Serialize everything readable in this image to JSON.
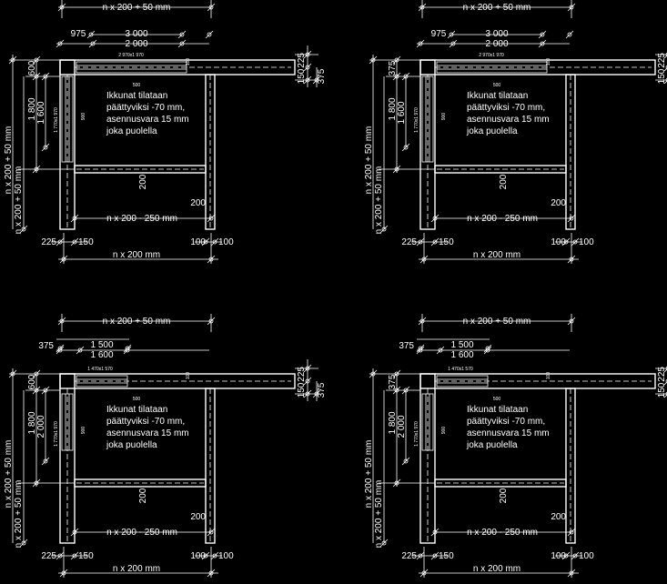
{
  "note_lines": [
    "Ikkunat tilataan",
    "päättyviksi -70 mm,",
    "asennusvara 15 mm",
    "joka puolella"
  ],
  "panels": [
    {
      "top_overall": "n x 200 + 50 mm",
      "top_dims": [
        "975",
        "3 000",
        "2 000"
      ],
      "window_top_label": "2 970x1 970",
      "window_side_label": "1 770x1 970",
      "right_dims": [
        "225",
        "150",
        "375"
      ],
      "left_vertical": [
        "600",
        "1 800",
        "1 600"
      ],
      "left_overall": "n x 200 + 50 mm",
      "inner_labels": [
        "900",
        "500",
        "200",
        "200",
        "100"
      ],
      "bottom_inner": "n x 200 - 250 mm",
      "bottom_small": [
        "225",
        "150",
        "100",
        "100"
      ],
      "bottom_overall": "n x 200 mm"
    },
    {
      "top_overall": "n x 200 + 50 mm",
      "top_dims": [
        "975",
        "3 000",
        "2 000"
      ],
      "window_top_label": "2 970x1 970",
      "window_side_label": "1 770x1 970",
      "right_dims": [
        "225",
        "150",
        "375"
      ],
      "left_vertical": [
        "375",
        "1 800",
        "1 600"
      ],
      "left_overall": "n x 200 + 50 mm",
      "inner_labels": [
        "900",
        "500",
        "200",
        "200",
        "100"
      ],
      "bottom_inner": "n x 200 - 250 mm",
      "bottom_small": [
        "225",
        "150",
        "100",
        "100"
      ],
      "bottom_overall": "n x 200 mm"
    },
    {
      "top_overall": "n x 200 + 50 mm",
      "top_dims": [
        "375",
        "1 500",
        "1 600"
      ],
      "window_top_label": "1 470x1 570",
      "window_side_label": "1 770x1 970",
      "right_dims": [
        "225",
        "150",
        "375"
      ],
      "left_vertical": [
        "600",
        "1 800",
        "2 000"
      ],
      "left_overall": "n x 200 + 50 mm",
      "inner_labels": [
        "900",
        "500",
        "200",
        "200",
        "100"
      ],
      "bottom_inner": "n x 200 - 250 mm",
      "bottom_small": [
        "225",
        "150",
        "100",
        "100"
      ],
      "bottom_overall": "n x 200 mm"
    },
    {
      "top_overall": "n x 200 + 50 mm",
      "top_dims": [
        "375",
        "1 500",
        "1 600"
      ],
      "window_top_label": "1 470x1 570",
      "window_side_label": "1 770x1 970",
      "right_dims": [
        "225",
        "150",
        "375"
      ],
      "left_vertical": [
        "375",
        "1 800",
        "2 000"
      ],
      "left_overall": "n x 200 + 50 mm",
      "inner_labels": [
        "900",
        "500",
        "200",
        "200",
        "100"
      ],
      "bottom_inner": "n x 200 - 250 mm",
      "bottom_small": [
        "225",
        "150",
        "100",
        "100"
      ],
      "bottom_overall": "n x 200 mm"
    }
  ]
}
